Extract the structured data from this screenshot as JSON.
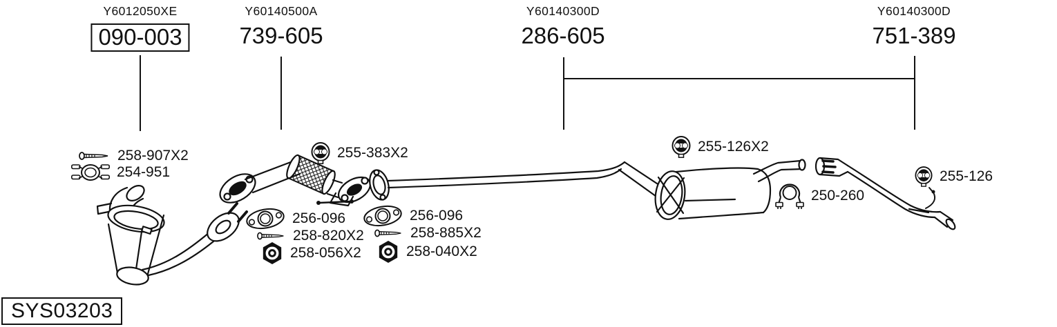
{
  "assemblies": [
    {
      "ref_code": "Y6012050XE",
      "part_number": "090-003",
      "boxed": true
    },
    {
      "ref_code": "Y60140500A",
      "part_number": "739-605",
      "boxed": false
    },
    {
      "ref_code": "Y60140300D",
      "part_number": "286-605",
      "boxed": false
    },
    {
      "ref_code": "Y60140300D",
      "part_number": "751-389",
      "boxed": false
    }
  ],
  "callouts": [
    {
      "part_number": "258-907X2",
      "icon": "bolt-icon"
    },
    {
      "part_number": "254-951",
      "icon": "pipe-clamp-icon"
    },
    {
      "part_number": "255-383X2",
      "icon": "rubber-hanger-icon"
    },
    {
      "part_number": "256-096",
      "icon": "gasket-icon"
    },
    {
      "part_number": "258-820X2",
      "icon": "bolt-icon"
    },
    {
      "part_number": "258-056X2",
      "icon": "nut-icon"
    },
    {
      "part_number": "256-096",
      "icon": "gasket-icon"
    },
    {
      "part_number": "258-885X2",
      "icon": "bolt-icon"
    },
    {
      "part_number": "258-040X2",
      "icon": "nut-icon"
    },
    {
      "part_number": "255-126X2",
      "icon": "rubber-hanger-icon"
    },
    {
      "part_number": "250-260",
      "icon": "band-clamp-icon"
    },
    {
      "part_number": "255-126",
      "icon": "rubber-hanger-icon"
    }
  ],
  "system_code": "SYS03203",
  "colors": {
    "line": "#111111",
    "background": "#ffffff"
  }
}
